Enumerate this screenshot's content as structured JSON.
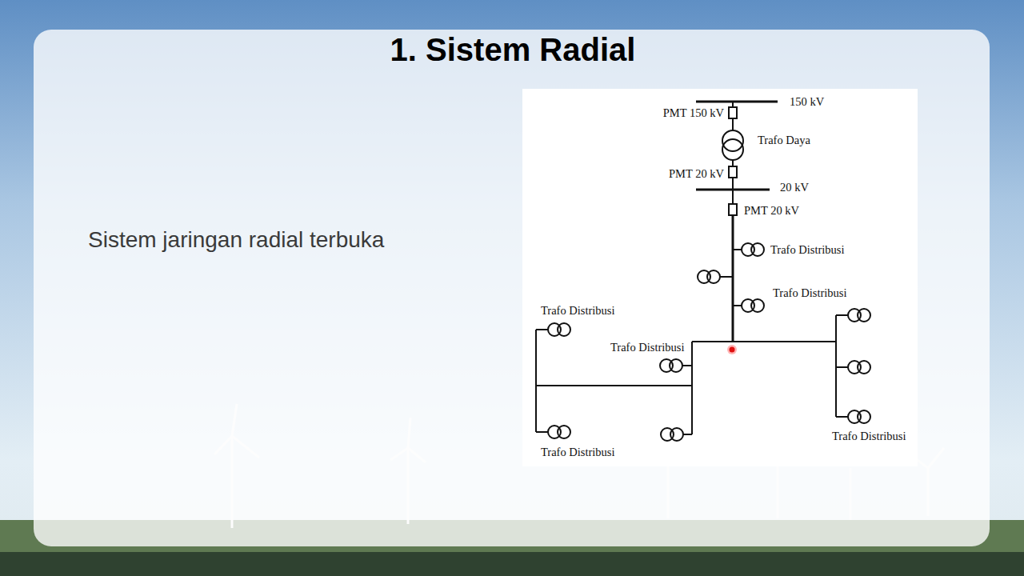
{
  "diagram": {
    "title": "1. Sistem Radial",
    "labels": [
      "Sistem jaringan radial terbuka",
      "150 kV",
      "PMT 150 kV",
      "Trafo Daya",
      "PMT 20 kV",
      "20 kV",
      "PMT 20 kV",
      "Trafo Distribusi",
      "Trafo Distribusi",
      "Trafo Distribusi",
      "Trafo Distribusi",
      "Trafo Distribusi",
      "Trafo Distribusi"
    ]
  }
}
